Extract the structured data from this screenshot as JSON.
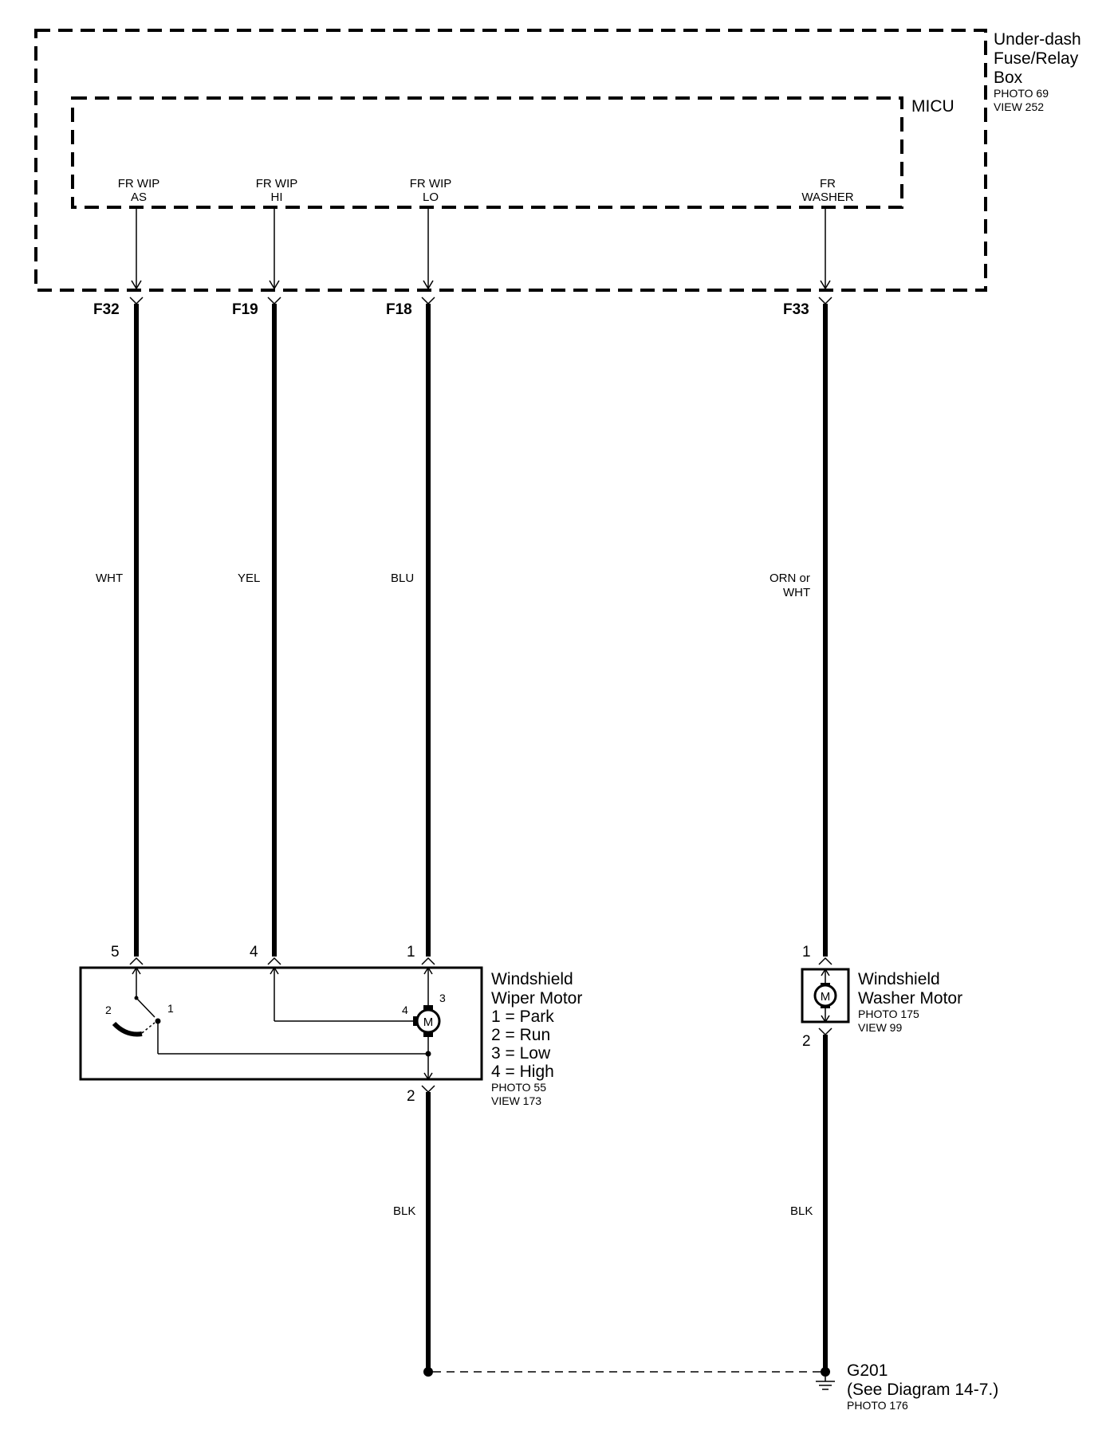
{
  "fuse_box": {
    "title_lines": [
      "Under-dash",
      "Fuse/Relay",
      "Box"
    ],
    "photo": "PHOTO 69",
    "view": "VIEW 252"
  },
  "micu": {
    "label": "MICU"
  },
  "signals": [
    {
      "line1": "FR WIP",
      "line2": "AS"
    },
    {
      "line1": "FR WIP",
      "line2": "HI"
    },
    {
      "line1": "FR WIP",
      "line2": "LO"
    },
    {
      "line1": "FR",
      "line2": "WASHER"
    }
  ],
  "connectors": [
    "F32",
    "F19",
    "F18",
    "F33"
  ],
  "wire_colors": {
    "as": "WHT",
    "hi": "YEL",
    "lo": "BLU",
    "washer_line1": "ORN or",
    "washer_line2": "WHT",
    "wiper_ground": "BLK",
    "washer_ground": "BLK"
  },
  "wiper_motor": {
    "pins_top": [
      "5",
      "4",
      "1"
    ],
    "pin_bottom": "2",
    "switch_pin_left": "2",
    "switch_pin_right": "1",
    "motor_pin_left": "4",
    "motor_pin_right": "3",
    "motor_symbol": "M",
    "title_lines": [
      "Windshield",
      "Wiper Motor"
    ],
    "legend": [
      "1 = Park",
      "2 = Run",
      "3 = Low",
      "4 = High"
    ],
    "photo": "PHOTO 55",
    "view": "VIEW 173"
  },
  "washer_motor": {
    "pin_top": "1",
    "pin_bottom": "2",
    "motor_symbol": "M",
    "title_lines": [
      "Windshield",
      "Washer Motor"
    ],
    "photo": "PHOTO 175",
    "view": "VIEW 99"
  },
  "ground": {
    "label": "G201",
    "note": "(See Diagram 14-7.)",
    "photo": "PHOTO 176"
  }
}
